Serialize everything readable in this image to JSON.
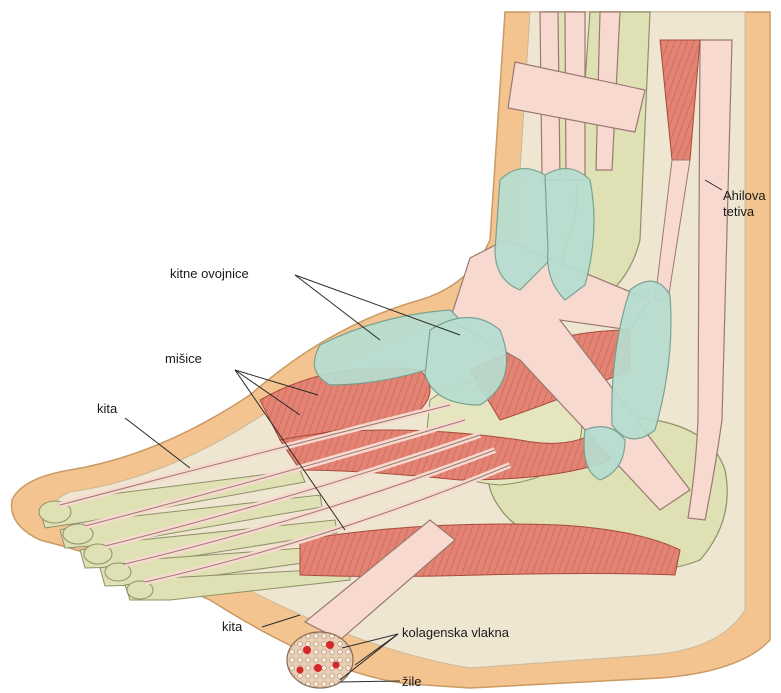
{
  "labels": {
    "achilles": [
      "Ahilova",
      "tetiva"
    ],
    "sheaths": "kitne ovojnice",
    "muscles": "mišice",
    "tendon_top": "kita",
    "tendon_bottom": "kita",
    "collagen": "kolagenska vlakna",
    "vessels": "žile"
  },
  "colors": {
    "skin": "#f3c48f",
    "skin_edge": "#c99a63",
    "tendon": "#f7d9d0",
    "tendon_edge": "#9a7a70",
    "sheath": "#b7ddd0",
    "sheath_edge": "#6fa08f",
    "muscle": "#e38373",
    "muscle_line": "#c35c4d",
    "bone": "#dfe0b4",
    "bone_edge": "#8e9068",
    "vessel": "#d7262a",
    "fiber": "#f0dcc6"
  }
}
